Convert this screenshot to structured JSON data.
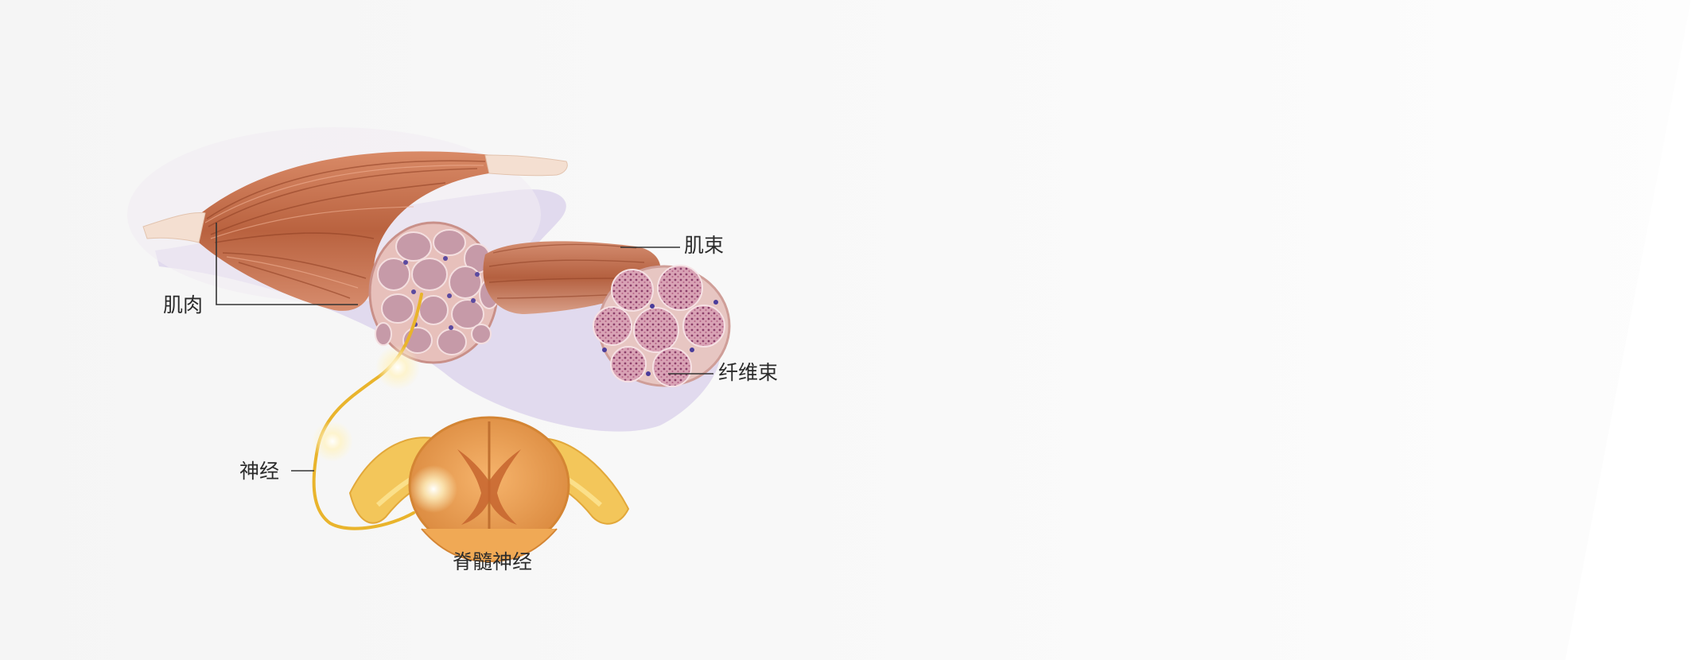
{
  "diagram": {
    "labels": {
      "muscle": "肌肉",
      "fascicle": "肌束",
      "fiber_bundle": "纤维束",
      "nerve": "神经",
      "spinal_nerve": "脊髓神经"
    },
    "colors": {
      "background": "#f7f7f7",
      "muscle": "#c4704f",
      "muscle_dark": "#9a4a30",
      "tendon": "#f6e3d6",
      "cross_section": "#c98f8a",
      "fiber": "#b0637a",
      "shadow": "#dcd3ea",
      "nerve": "#f2c13a",
      "spinal_cord": "#e89a4e",
      "label_text": "#2b2b2b"
    }
  }
}
